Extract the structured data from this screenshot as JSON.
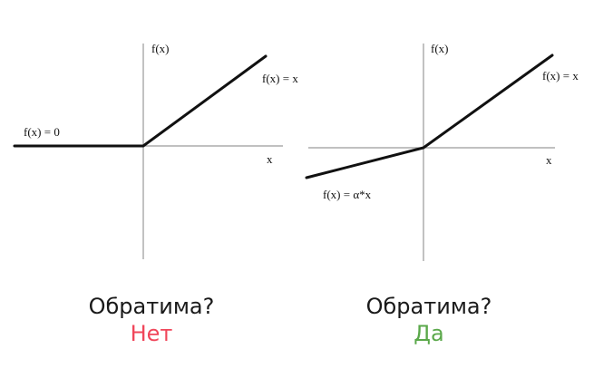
{
  "colors": {
    "no": "#f0465a",
    "yes": "#5aa84a"
  },
  "left_panel": {
    "y_axis_label": "f(x)",
    "x_axis_label": "x",
    "left_piece_label": "f(x) = 0",
    "right_piece_label": "f(x) = x",
    "question": "Обратима?",
    "answer": "Нет"
  },
  "right_panel": {
    "y_axis_label": "f(x)",
    "x_axis_label": "x",
    "left_piece_label": "f(x) = α*x",
    "right_piece_label": "f(x) = x",
    "question": "Обратима?",
    "answer": "Да"
  }
}
